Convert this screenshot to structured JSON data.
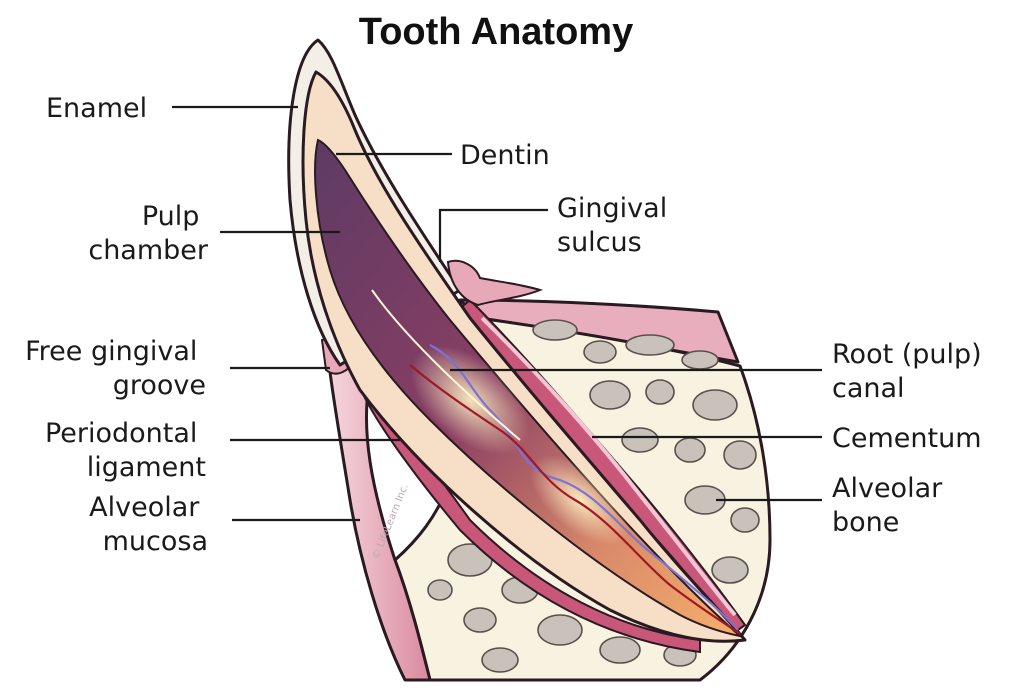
{
  "title": "Tooth Anatomy",
  "labels": {
    "enamel": "Enamel",
    "dentin": "Dentin",
    "pulp_chamber": [
      "Pulp",
      "chamber"
    ],
    "gingival_sulcus": [
      "Gingival",
      "sulcus"
    ],
    "free_gingival_groove": [
      "Free gingival",
      "groove"
    ],
    "root_canal": [
      "Root (pulp)",
      "canal"
    ],
    "periodontal_ligament": [
      "Periodontal",
      "ligament"
    ],
    "cementum": "Cementum",
    "alveolar_mucosa": [
      "Alveolar",
      "mucosa"
    ],
    "alveolar_bone": [
      "Alveolar",
      "bone"
    ]
  },
  "copyright": "© LifeLearn Inc.",
  "colors": {
    "enamel": "#f3efe6",
    "dentin": "#f6dfc6",
    "pulp": "#6b3a5e",
    "gum": "#e7a9b8",
    "ligament": "#c9577a",
    "bone": "#f8f2e1",
    "bone_pores": "#c9c2bb",
    "nerve": "#7a73d6",
    "vessel": "#a01826"
  }
}
